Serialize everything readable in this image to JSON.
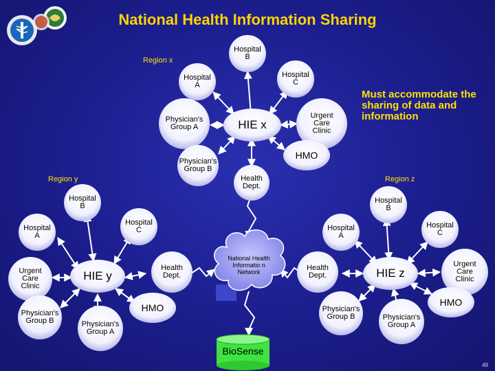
{
  "title": "National Health Information Sharing",
  "note": "Must accommodate the sharing of data and information",
  "regions": {
    "x": "Region x",
    "y": "Region y",
    "z": "Region z"
  },
  "region_x": {
    "hie": "HIE x",
    "hospital_b": "Hospital B",
    "hospital_a": "Hospital A",
    "hospital_c": "Hospital C",
    "physicians_a": "Physician's Group A",
    "physicians_b": "Physician's Group B",
    "urgent_care": "Urgent Care Clinic",
    "hmo": "HMO",
    "health_dept": "Health Dept."
  },
  "region_y": {
    "hie": "HIE y",
    "hospital_b": "Hospital B",
    "hospital_a": "Hospital A",
    "hospital_c": "Hospital C",
    "urgent_care": "Urgent Care Clinic",
    "physicians_b": "Physician's Group B",
    "physicians_a": "Physician's Group A",
    "health_dept": "Health Dept.",
    "hmo": "HMO"
  },
  "region_z": {
    "hie": "HIE z",
    "hospital_b": "Hospital B",
    "hospital_a": "Hospital A",
    "hospital_c": "Hospital C",
    "urgent_care": "Urgent Care Clinic",
    "health_dept": "Health Dept.",
    "physicians_b": "Physician's Group B",
    "physicians_a": "Physician's Group A",
    "hmo": "HMO"
  },
  "network": "National Health Informatio n Network",
  "database": "BioSense",
  "page_number": "49",
  "colors": {
    "background": "#1d1f8f",
    "node_fill": "#ffffff",
    "title_text": "#ffd400",
    "region_text": "#ffe100",
    "wire": "#ffffff",
    "database_fill": "#44ee44",
    "network_fill": "#9090f0"
  }
}
